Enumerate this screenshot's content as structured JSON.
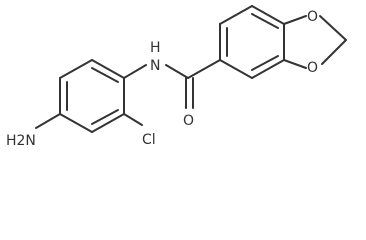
{
  "molecule": {
    "atoms": {
      "amide_h": "H",
      "amide_n": "N",
      "carbonyl_o": "O",
      "dioxole_o_top": "O",
      "dioxole_o_bottom": "O",
      "amino": "H2N",
      "chloro": "Cl"
    },
    "colors": {
      "bond": "#333333",
      "label": "#333333",
      "background": "#ffffff"
    }
  }
}
